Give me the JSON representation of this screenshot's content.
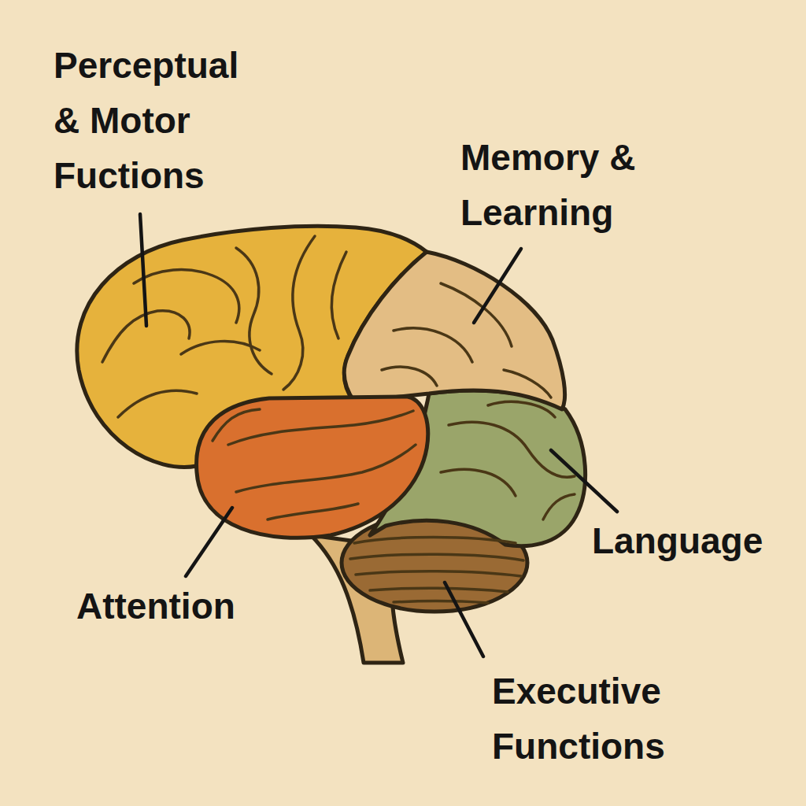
{
  "diagram": {
    "labels": [
      "Perceptual & Motor Fuctions",
      "Memory & Learning",
      "Language",
      "Attention",
      "Executive Functions"
    ]
  }
}
